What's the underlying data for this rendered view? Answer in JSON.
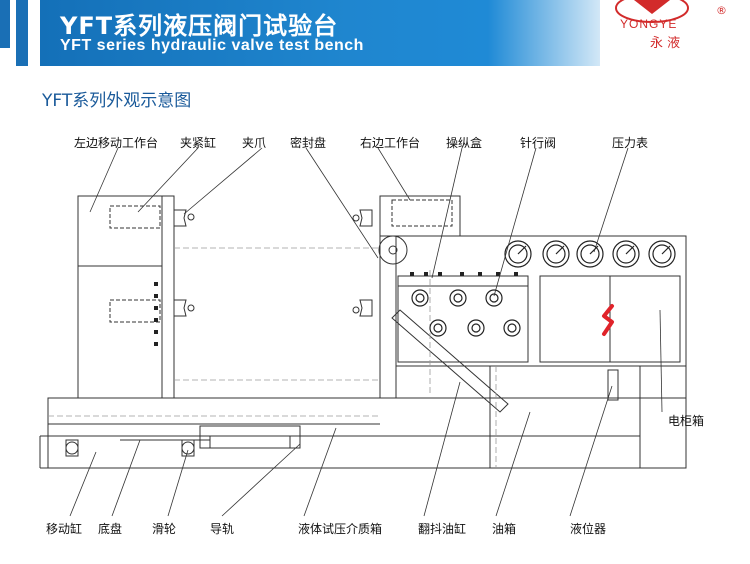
{
  "header": {
    "title_cn": "YFT系列液压阀门试验台",
    "title_en": "YFT series hydraulic valve test bench",
    "logo_en": "YONGYE",
    "logo_cn": "永 液",
    "logo_reg": "®"
  },
  "subtitle": "YFT系列外观示意图",
  "labels_top": {
    "left_table": "左边移动工作台",
    "clamp_cyl": "夹紧缸",
    "claw": "夹爪",
    "seal_disk": "密封盘",
    "right_table": "右边工作台",
    "control_box": "操纵盒",
    "needle_valve": "针行阀",
    "gauge": "压力表"
  },
  "labels_bottom": {
    "move_cyl": "移动缸",
    "base": "底盘",
    "pulley": "滑轮",
    "rail": "导轨",
    "medium_tank": "液体试压介质箱",
    "tilt_cyl": "翻抖油缸",
    "oil_tank": "油箱",
    "level": "液位器"
  },
  "labels_side": {
    "cabinet": "电柜箱"
  },
  "colors": {
    "brand_blue": "#1a6fb5",
    "logo_red": "#d22b2b",
    "line": "#333333",
    "dim_line": "#9a9a9a"
  }
}
